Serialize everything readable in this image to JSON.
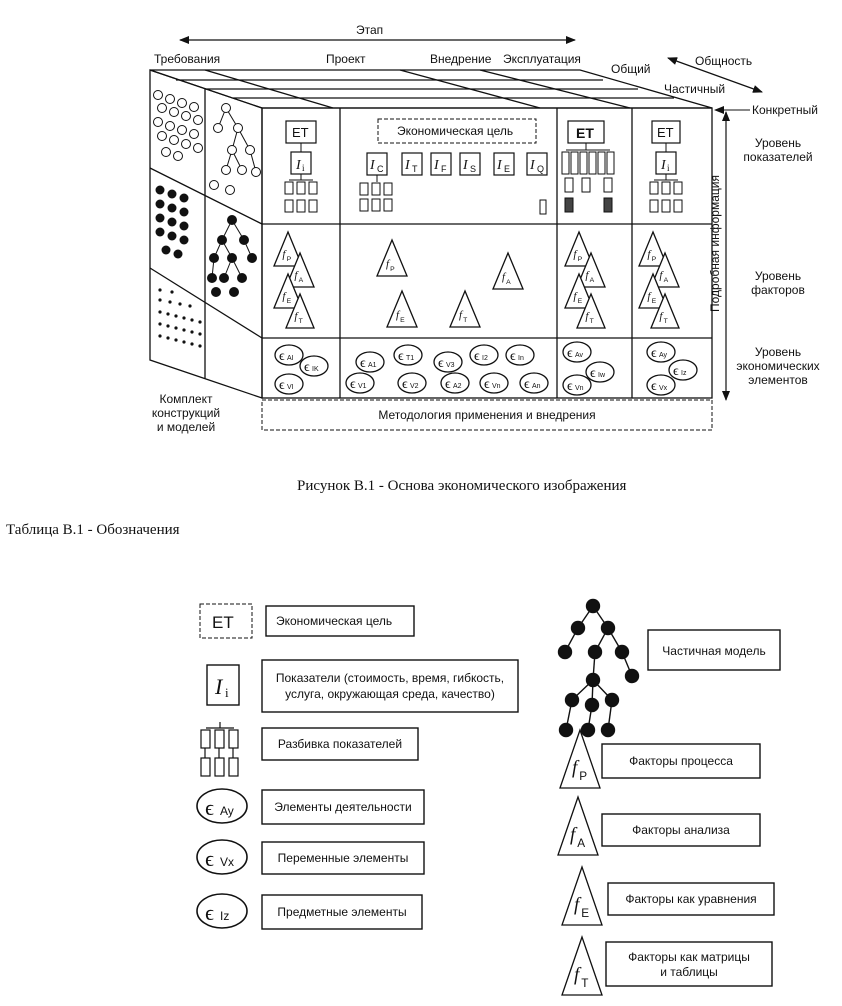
{
  "figure": {
    "caption": "Рисунок В.1 - Основа экономического изображения",
    "axis_stage": "Этап",
    "stages": [
      "Требования",
      "Проект",
      "Внедрение",
      "Эксплуатация"
    ],
    "generality_axis": "Общность",
    "generality_levels": [
      "Общий",
      "Частичный",
      "Конкретный"
    ],
    "detail_axis": "Подробная информация",
    "levels": {
      "indicators": [
        "Уровень",
        "показателей"
      ],
      "factors": [
        "Уровень",
        "факторов"
      ],
      "elements": [
        "Уровень",
        "экономических",
        "элементов"
      ]
    },
    "left_label": [
      "Комплект",
      "конструкций",
      "и моделей"
    ],
    "methodology": "Методология применения и внедрения",
    "economic_goal": "Экономическая цель",
    "et_label": "ЕТ",
    "indicator_letter": "I",
    "indicator_subs": [
      "C",
      "T",
      "F",
      "S",
      "E",
      "Q"
    ],
    "indicator_sub_i": "i",
    "factor_letter": "f",
    "factor_subs": [
      "P",
      "A",
      "E",
      "T"
    ],
    "element_symbol": "ϵ",
    "elements_col1": [
      "AI",
      "IK",
      "VI"
    ],
    "elements_col2": [
      "A1",
      "T1",
      "V3",
      "I2",
      "In",
      "V1",
      "V2",
      "A2",
      "Vn",
      "An"
    ],
    "elements_col3": [
      "Av",
      "Iw",
      "Vn"
    ],
    "elements_col4": [
      "Ay",
      "Iz",
      "Vx"
    ]
  },
  "table": {
    "title": "Таблица В.1 - Обозначения",
    "legend": {
      "economic_goal": "Экономическая цель",
      "indicators": [
        "Показатели (стоимость, время, гибкость,",
        "услуга, окружающая среда, качество)"
      ],
      "breakdown": "Разбивка показателей",
      "activity": "Элементы деятельности",
      "variable": "Переменные элементы",
      "subject": "Предметные элементы",
      "partial_model": "Частичная модель",
      "process": "Факторы процесса",
      "analysis": "Факторы анализа",
      "equations": "Факторы как уравнения",
      "matrices": [
        "Факторы как матрицы",
        "и таблицы"
      ]
    },
    "legend_symbols": {
      "et": "ЕТ",
      "indicator_sub": "i",
      "activity_sub": "Ay",
      "variable_sub": "Vx",
      "subject_sub": "Iz"
    }
  }
}
